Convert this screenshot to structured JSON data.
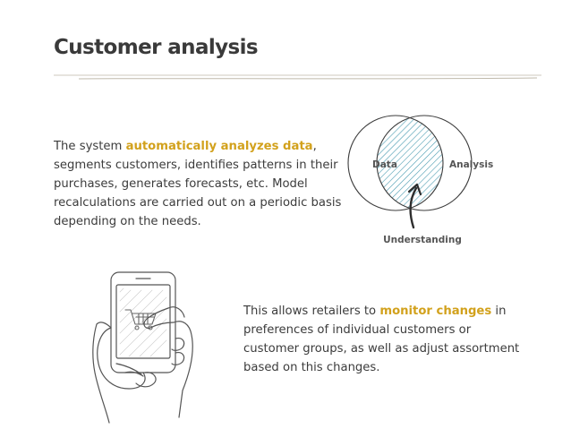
{
  "slide": {
    "title": "Customer analysis"
  },
  "paragraph_1": {
    "before": "The system ",
    "highlight": "automatically analyzes data",
    "after": ", segments customers, identifies patterns in their purchases, generates forecasts, etc. Model recalculations are carried out on a periodic basis depending on the needs."
  },
  "venn": {
    "left_label": "Data",
    "right_label": "Analysis",
    "intersection_label": "Understanding"
  },
  "paragraph_2": {
    "before": "This allows retailers to ",
    "highlight": "monitor changes",
    "after": " in preferences of individual customers or customer groups, as well as adjust assortment based on this changes."
  },
  "illustration": {
    "icon": "phone-shopping-cart-icon"
  },
  "colors": {
    "accent": "#d2a11c",
    "hatch": "#4a9bb0",
    "text": "#3c3c3c",
    "rule": "#c9c4b8"
  }
}
